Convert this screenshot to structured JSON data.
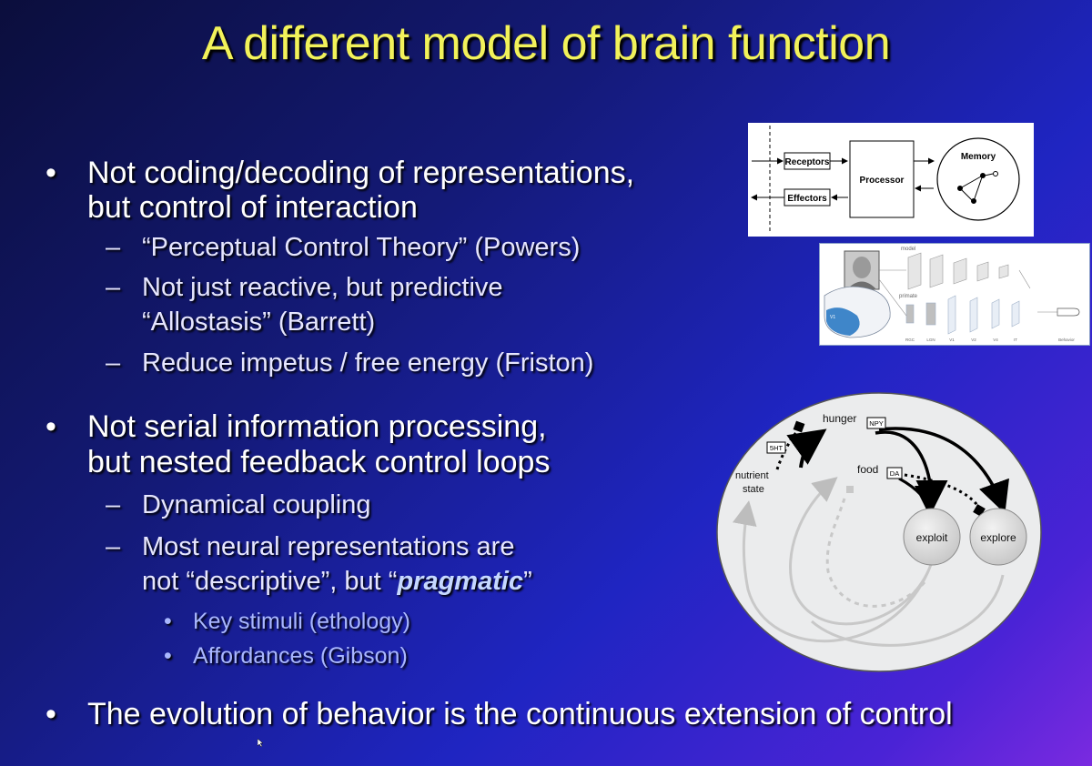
{
  "title": "A different model of brain function",
  "bullets": {
    "b1_line1": "Not coding/decoding of representations,",
    "b1_line2": "but control of interaction",
    "b1_sub1": "“Perceptual Control Theory” (Powers)",
    "b1_sub2_line1": "Not just reactive, but predictive",
    "b1_sub2_line2": "“Allostasis” (Barrett)",
    "b1_sub3": "Reduce impetus / free energy (Friston)",
    "b2_line1": "Not serial information processing,",
    "b2_line2": "but nested feedback control loops",
    "b2_sub1": "Dynamical coupling",
    "b2_sub2_line1": "Most neural representations are",
    "b2_sub2_line2_pre": "not “descriptive”, but “",
    "b2_sub2_line2_em": "pragmatic",
    "b2_sub2_line2_post": "”",
    "b2_subsub1": "Key stimuli (ethology)",
    "b2_subsub2": "Affordances (Gibson)",
    "b3": "The evolution of behavior is the continuous extension of control"
  },
  "markers": {
    "bullet": "•",
    "dash": "–",
    "small_bullet": "•"
  },
  "diagram1": {
    "receptors": "Receptors",
    "effectors": "Effectors",
    "processor": "Processor",
    "memory": "Memory"
  },
  "diagram2": {
    "model_label": "model",
    "primate_label": "primate",
    "v1_label": "V1",
    "axis_labels": [
      "RGC",
      "LGN",
      "V1",
      "V2",
      "V4",
      "IT",
      "Behavior"
    ]
  },
  "diagram3": {
    "hunger": "hunger",
    "npy": "NPY",
    "sht": "5HT",
    "food": "food",
    "da": "DA",
    "nutrient_line1": "nutrient",
    "nutrient_line2": "state",
    "exploit": "exploit",
    "explore": "explore"
  },
  "colors": {
    "title": "#f2f25a",
    "text": "#ffffff",
    "subsub": "#a9b7ff"
  }
}
